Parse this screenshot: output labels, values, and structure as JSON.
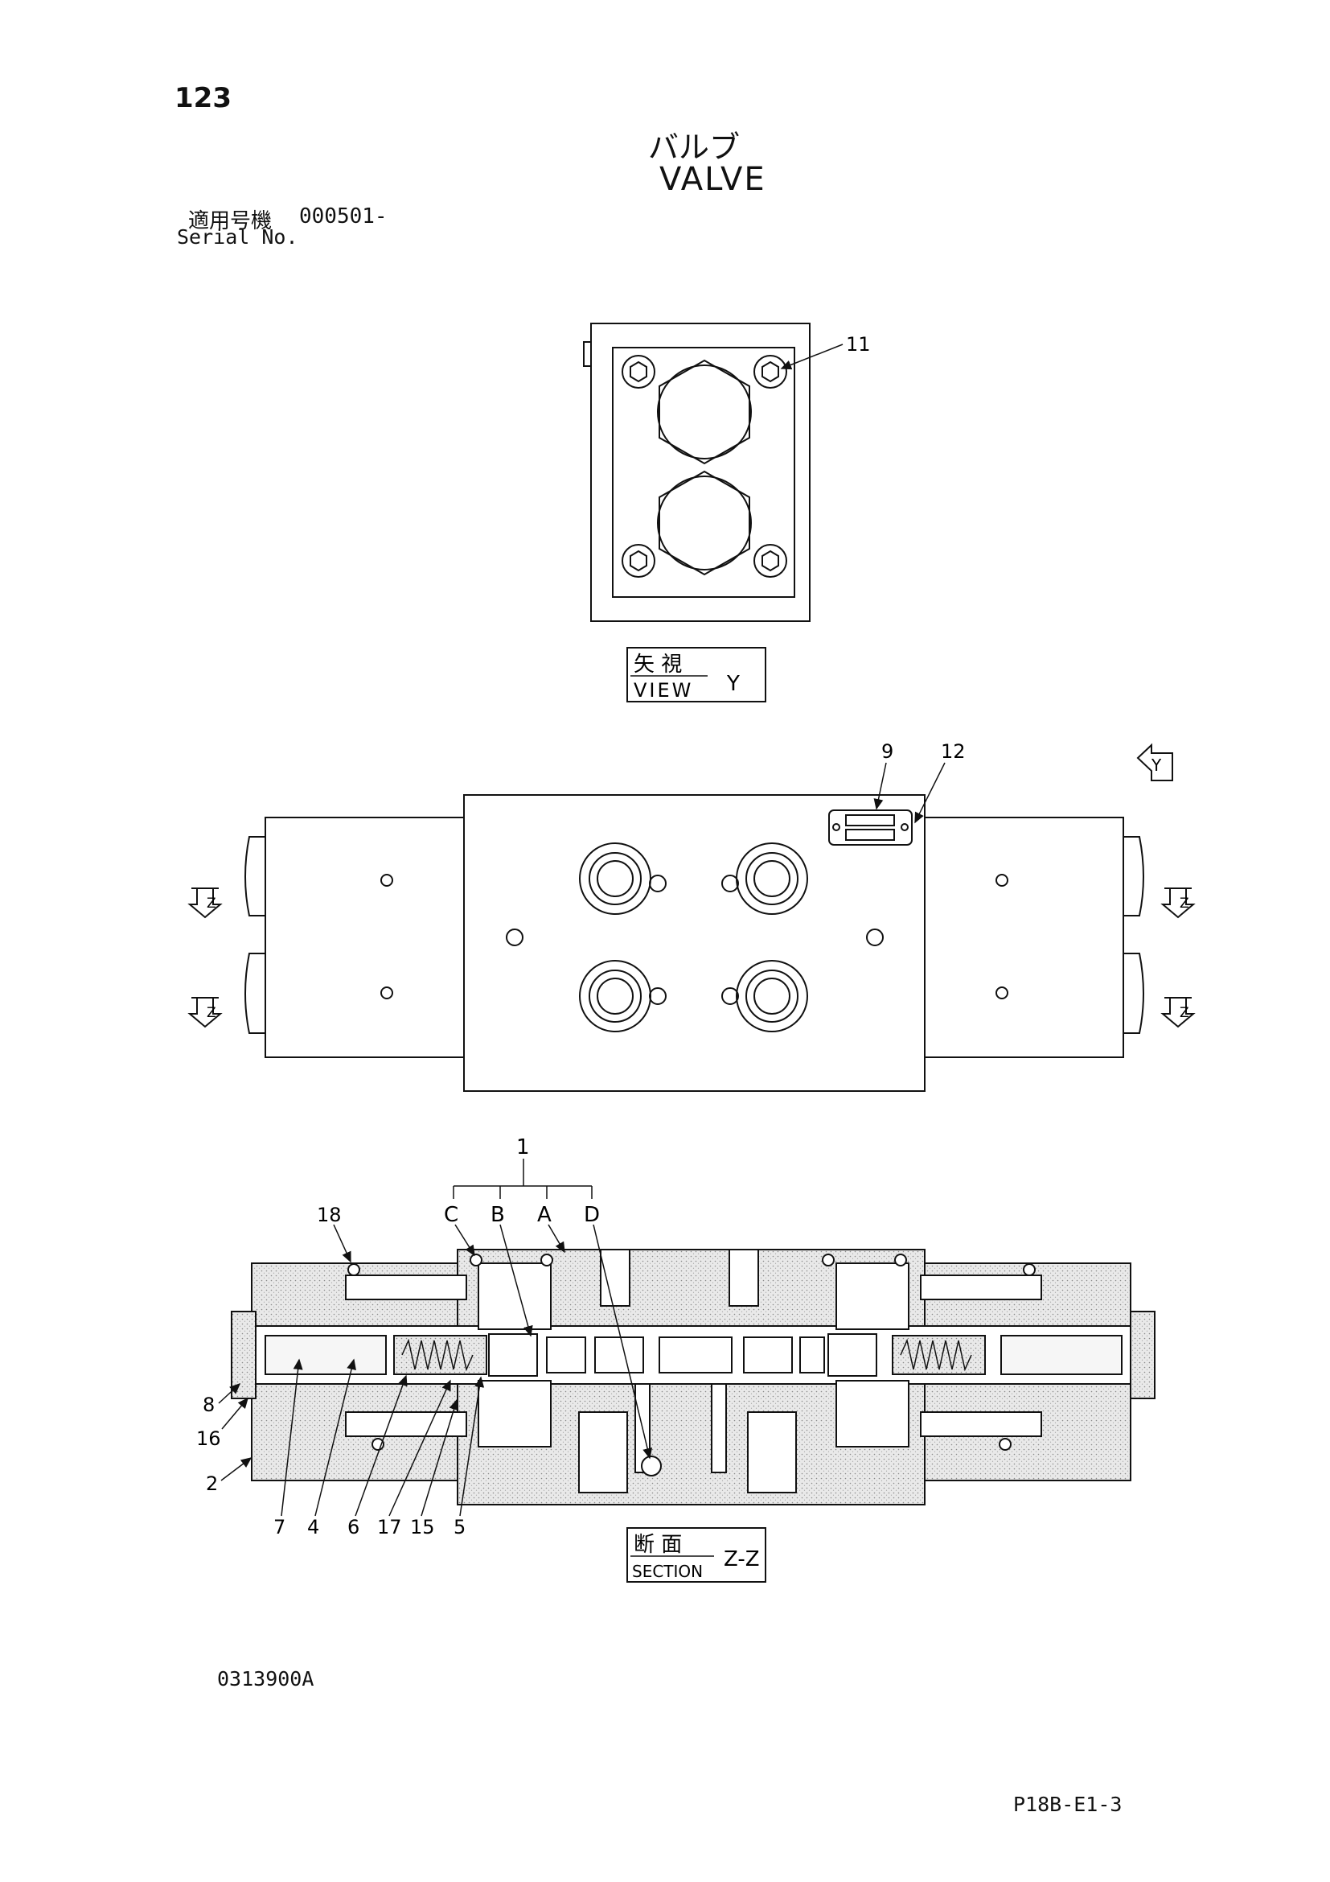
{
  "header": {
    "page_number": "123",
    "title_jp": "バルブ",
    "title_en": "VALVE",
    "serial_label_jp": "適用号機",
    "serial_value": "000501-",
    "serial_label_en": "Serial No."
  },
  "views": {
    "view_y_label_jp": "矢 視",
    "view_y_label_en": "VIEW",
    "view_y_letter": "Y",
    "section_label_jp": "断 面",
    "section_label_en": "SECTION",
    "section_letters": "Z-Z",
    "y_arrow": "Y",
    "z_arrow": "Z"
  },
  "callouts": {
    "c11": "11",
    "c9": "9",
    "c12": "12",
    "c1": "1",
    "cC": "C",
    "cB": "B",
    "cA": "A",
    "cD": "D",
    "c18": "18",
    "c8": "8",
    "c16": "16",
    "c2": "2",
    "c7": "7",
    "c4": "4",
    "c6": "6",
    "c17": "17",
    "c15": "15",
    "c5": "5"
  },
  "footer": {
    "drawing_number": "0313900A",
    "sheet_code": "P18B-E1-3"
  }
}
